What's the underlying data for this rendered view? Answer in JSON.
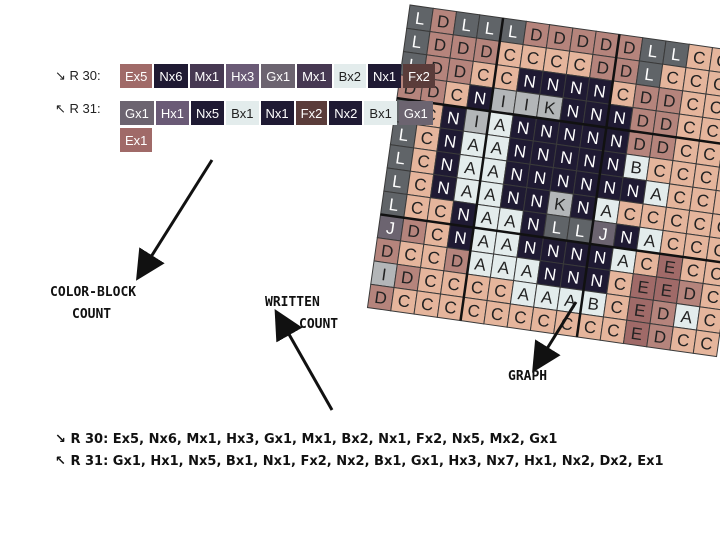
{
  "colors": {
    "E": "#a06a68",
    "N": "#1f1a33",
    "M": "#463852",
    "H": "#6a5a76",
    "G": "#6c6470",
    "B": "#e3ecec",
    "F": "#5a3c3a",
    "D": "#b5847c",
    "C": "#e5b59c",
    "L": "#606468",
    "A": "#e3ecec",
    "I": "#b3b6b8",
    "K": "#b3b6b8",
    "J": "#6c6470"
  },
  "rows": [
    {
      "arrow": "↘",
      "label": "R 30:",
      "chips": [
        "Ex5",
        "Nx6",
        "Mx1",
        "Hx3",
        "Gx1",
        "Mx1",
        "Bx2",
        "Nx1",
        "Fx2"
      ]
    },
    {
      "arrow": "↖",
      "label": "R 31:",
      "chips": [
        "Gx1",
        "Hx1",
        "Nx5",
        "Bx1",
        "Nx1",
        "Fx2",
        "Nx2",
        "Bx1",
        "Gx1",
        "Ex1"
      ]
    }
  ],
  "callouts": {
    "color_block_1": "COLOR-BLOCK",
    "color_block_2": "COUNT",
    "written_1": "WRITTEN",
    "written_2": "COUNT",
    "graph": "GRAPH"
  },
  "written": [
    {
      "arrow": "↘",
      "text": "R 30: Ex5, Nx6, Mx1, Hx3, Gx1, Mx1, Bx2, Nx1, Fx2, Nx5, Mx2, Gx1"
    },
    {
      "arrow": "↖",
      "text": "R 31: Gx1, Hx1, Nx5, Bx1, Nx1, Fx2, Nx2, Bx1, Gx1, Hx3, Nx7, Hx1, Nx2, Dx2, Ex1"
    }
  ],
  "graph": {
    "rows": [
      "LDLLLDDDDDLLCCC",
      "LDDDCCCCDDLCCCC",
      "LDDCCNNNNCDDCCC",
      "DDCNIIKNNNDDCCC",
      "LCNIANNNNNDDCCC",
      "LCNAANNNNNBCCCC",
      "LCNAANNNNNNACCC",
      "LCNAANNKNACCCCC",
      "LCCNAANLLJNACCC",
      "JDCNAANNNNACECC",
      "DCCDAAANNNCEEDC",
      "IDCCCCAAABCEDAC",
      "DCCCCCCCCCCEDCC"
    ]
  }
}
